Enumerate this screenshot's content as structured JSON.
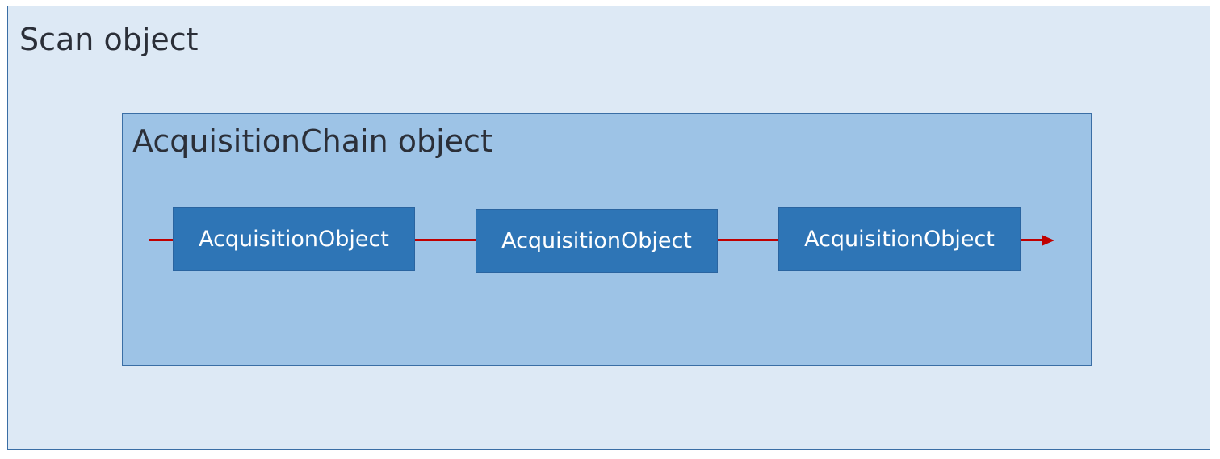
{
  "scan": {
    "title": "Scan object"
  },
  "chain": {
    "title": "AcquisitionChain object"
  },
  "nodes": [
    {
      "label": "AcquisitionObject"
    },
    {
      "label": "AcquisitionObject"
    },
    {
      "label": "AcquisitionObject"
    }
  ],
  "colors": {
    "scan_fill": "#dde9f5",
    "chain_fill": "#9dc3e6",
    "node_fill": "#2e75b6",
    "border": "#3a6ea5",
    "arrow": "#c00000"
  }
}
